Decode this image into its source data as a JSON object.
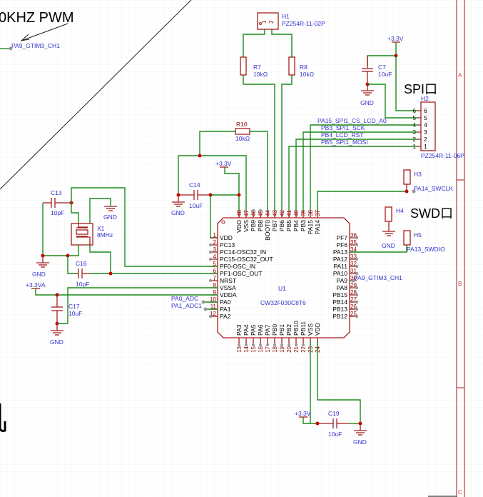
{
  "title_text": "0KHZ PWM",
  "section_labels": {
    "spi": "SPI口",
    "swd": "SWD口"
  },
  "frame_zones": [
    "A",
    "B",
    "C"
  ],
  "mcu": {
    "ref": "U1",
    "part": "CW32F030C8T6",
    "left_pins": [
      {
        "num": "1",
        "name": "VDD"
      },
      {
        "num": "2",
        "name": "PC13"
      },
      {
        "num": "3",
        "name": "PC14-OSC32_IN"
      },
      {
        "num": "4",
        "name": "PC15-OSC32_OUT"
      },
      {
        "num": "5",
        "name": "PF0-OSC_IN"
      },
      {
        "num": "6",
        "name": "PF1-OSC_OUT"
      },
      {
        "num": "7",
        "name": "NRST"
      },
      {
        "num": "8",
        "name": "VSSA"
      },
      {
        "num": "9",
        "name": "VDDA"
      },
      {
        "num": "10",
        "name": "PA0"
      },
      {
        "num": "11",
        "name": "PA1"
      },
      {
        "num": "12",
        "name": "PA2"
      }
    ],
    "right_pins": [
      {
        "num": "36",
        "name": "PF7"
      },
      {
        "num": "35",
        "name": "PF6"
      },
      {
        "num": "34",
        "name": "PA13"
      },
      {
        "num": "33",
        "name": "PA12"
      },
      {
        "num": "32",
        "name": "PA11"
      },
      {
        "num": "31",
        "name": "PA10"
      },
      {
        "num": "30",
        "name": "PA9"
      },
      {
        "num": "29",
        "name": "PA8"
      },
      {
        "num": "28",
        "name": "PB15"
      },
      {
        "num": "27",
        "name": "PB14"
      },
      {
        "num": "26",
        "name": "PB13"
      },
      {
        "num": "25",
        "name": "PB12"
      }
    ],
    "top_pins": [
      {
        "num": "48",
        "name": "VDD"
      },
      {
        "num": "47",
        "name": "VSS"
      },
      {
        "num": "46",
        "name": "PB9"
      },
      {
        "num": "45",
        "name": "PB8"
      },
      {
        "num": "44",
        "name": "BOOT0"
      },
      {
        "num": "43",
        "name": "PB7"
      },
      {
        "num": "42",
        "name": "PB6"
      },
      {
        "num": "41",
        "name": "PB5"
      },
      {
        "num": "40",
        "name": "PB4"
      },
      {
        "num": "39",
        "name": "PB3"
      },
      {
        "num": "38",
        "name": "PA15"
      },
      {
        "num": "37",
        "name": "PA14"
      }
    ],
    "bottom_pins": [
      {
        "num": "13",
        "name": "PA3"
      },
      {
        "num": "14",
        "name": "PA4"
      },
      {
        "num": "15",
        "name": "PA5"
      },
      {
        "num": "16",
        "name": "PA6"
      },
      {
        "num": "17",
        "name": "PA7"
      },
      {
        "num": "18",
        "name": "PB0"
      },
      {
        "num": "19",
        "name": "PB1"
      },
      {
        "num": "20",
        "name": "PB2"
      },
      {
        "num": "21",
        "name": "PB10"
      },
      {
        "num": "22",
        "name": "PB11"
      },
      {
        "num": "23",
        "name": "VSS"
      },
      {
        "num": "24",
        "name": "VDD"
      }
    ]
  },
  "components": {
    "H1": {
      "ref": "H1",
      "value": "PZ254R-11-02P"
    },
    "H2": {
      "ref": "H2",
      "value": "PZ254R-11-06P"
    },
    "H3": {
      "ref": "H3"
    },
    "H4": {
      "ref": "H4"
    },
    "H5": {
      "ref": "H5"
    },
    "R7": {
      "ref": "R7",
      "value": "10kΩ"
    },
    "R8": {
      "ref": "R8",
      "value": "10kΩ"
    },
    "R10": {
      "ref": "R10",
      "value": "10kΩ"
    },
    "C7": {
      "ref": "C7",
      "value": "10uF"
    },
    "C13": {
      "ref": "C13",
      "value": "10pF"
    },
    "C14": {
      "ref": "C14",
      "value": "10uF"
    },
    "C16": {
      "ref": "C16",
      "value": "10pF"
    },
    "C17": {
      "ref": "C17",
      "value": "10uF"
    },
    "C19": {
      "ref": "C19",
      "value": "10uF"
    },
    "X1": {
      "ref": "X1",
      "value": "8MHz"
    }
  },
  "power": {
    "v33": "+3.3V",
    "v33a": "+3.3VA",
    "gnd": "GND"
  },
  "nets": {
    "pa9": "PA9_GTIM3_CH1",
    "pa15": "PA15_SPI1_CS_LCD_A0",
    "pb3": "PB3_SPI1_SCK",
    "pb4": "PB4_LCD_RST",
    "pb5": "PB5_SPI1_MOSI",
    "pa14": "PA14_SWCLK",
    "pa13": "PA13_SWDIO",
    "pa0": "PA0_ADC",
    "pa1": "PA1_ADC1"
  },
  "h2_pins": [
    "6",
    "5",
    "4",
    "3",
    "2",
    "1"
  ],
  "h1_pins": [
    "1",
    "2"
  ]
}
